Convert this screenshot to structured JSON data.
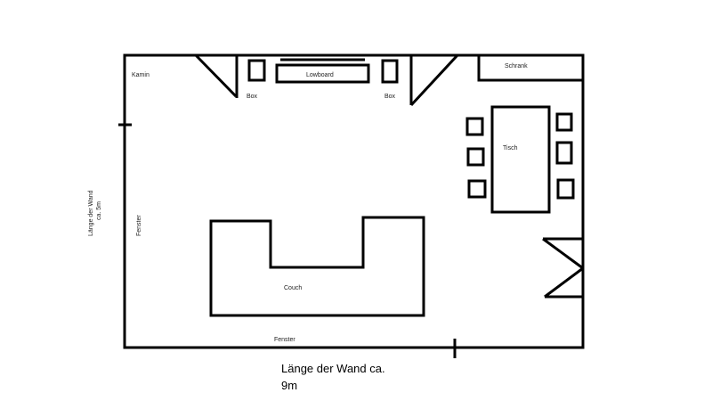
{
  "labels": {
    "fireplace": "Kamin",
    "speaker_left": "Box",
    "speaker_right": "Box",
    "lowboard": "Lowboard",
    "wardrobe": "Schrank",
    "table": "Tisch",
    "couch": "Couch",
    "window_left": "Fenster",
    "window_bottom": "Fenster",
    "side_wall_length_line1": "Länge der Wand",
    "side_wall_length_line2": "ca. 5m",
    "bottom_wall_length_line1": "Länge der Wand ca.",
    "bottom_wall_length_line2": "9m"
  }
}
